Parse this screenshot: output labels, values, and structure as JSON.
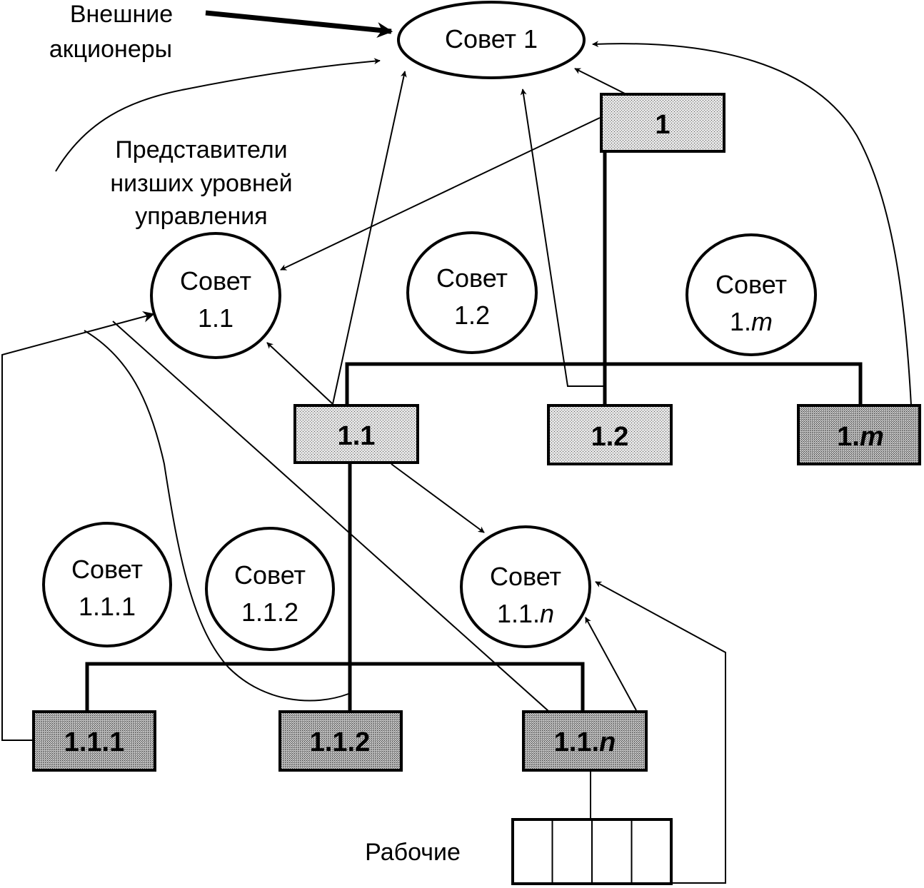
{
  "diagram": {
    "labels": {
      "external_shareholders": [
        "Внешние",
        "акционеры"
      ],
      "lower_level_reps": [
        "Представители",
        "низших уровней",
        "управления"
      ],
      "workers": "Рабочие"
    },
    "councils": [
      {
        "id": "c1",
        "line1": "Совет 1",
        "line2": ""
      },
      {
        "id": "c11",
        "line1": "Совет",
        "line2": "1.1"
      },
      {
        "id": "c12",
        "line1": "Совет",
        "line2": "1.2"
      },
      {
        "id": "c1m",
        "line1": "Совет",
        "line2": "1.",
        "italic": "m"
      },
      {
        "id": "c111",
        "line1": "Совет",
        "line2": "1.1.1"
      },
      {
        "id": "c112",
        "line1": "Совет",
        "line2": "1.1.2"
      },
      {
        "id": "c11n",
        "line1": "Совет",
        "line2": "1.1.",
        "italic": "n"
      }
    ],
    "units": [
      {
        "id": "u1",
        "label": "1",
        "italic": ""
      },
      {
        "id": "u11",
        "label": "1.1",
        "italic": ""
      },
      {
        "id": "u12",
        "label": "1.2",
        "italic": ""
      },
      {
        "id": "u1m",
        "label": "1.",
        "italic": "m"
      },
      {
        "id": "u111",
        "label": "1.1.1",
        "italic": ""
      },
      {
        "id": "u112",
        "label": "1.1.2",
        "italic": ""
      },
      {
        "id": "u11n",
        "label": "1.1.",
        "italic": "n"
      }
    ],
    "worker_cells": 4,
    "colors": {
      "line": "#000000",
      "background": "#ffffff",
      "unit_fill_light": "#d4d4d4",
      "unit_fill_dark": "#a8a8a8"
    }
  }
}
